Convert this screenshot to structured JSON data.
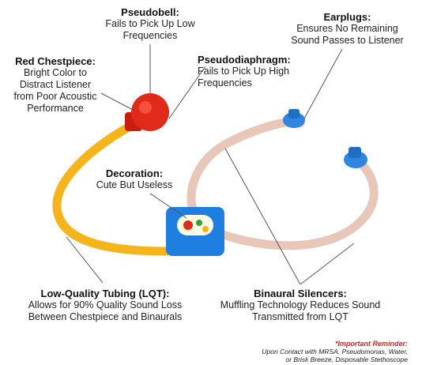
{
  "colors": {
    "tube_yellow": "#f4b41a",
    "tube_pink": "#e8c7b8",
    "chestpiece_red": "#e02a1a",
    "earplug_blue": "#2e86de",
    "decoration_blue": "#1f7fe0",
    "reminder_red": "#d42020"
  },
  "labels": {
    "pseudobell": {
      "title": "Pseudobell:",
      "desc": "Fails to Pick Up Low\nFrequencies"
    },
    "earplugs": {
      "title": "Earplugs:",
      "desc": "Ensures No Remaining\nSound Passes to Listener"
    },
    "red_chestpiece": {
      "title": "Red Chestpiece:",
      "desc": "Bright Color to\nDistract Listener\nfrom Poor Acoustic\nPerformance"
    },
    "pseudodiaphragm": {
      "title": "Pseudodiaphragm:",
      "desc": "Fails to Pick Up High\nFrequencies"
    },
    "decoration": {
      "title": "Decoration:",
      "desc": "Cute But Useless"
    },
    "lqt": {
      "title": "Low-Quality Tubing (LQT):",
      "desc": "Allows for 90% Quality Sound Loss\nBetween Chestpiece and Binaurals"
    },
    "binaural_silencers": {
      "title": "Binaural Silencers:",
      "desc": "Muffling Technology Reduces Sound\nTransmitted from LQT"
    }
  },
  "reminder": {
    "title": "*Important Reminder:",
    "body": "Upon Contact with MRSA, Pseudomonas, Water,\nor Brisk Breeze, Disposable Stethoscope"
  }
}
